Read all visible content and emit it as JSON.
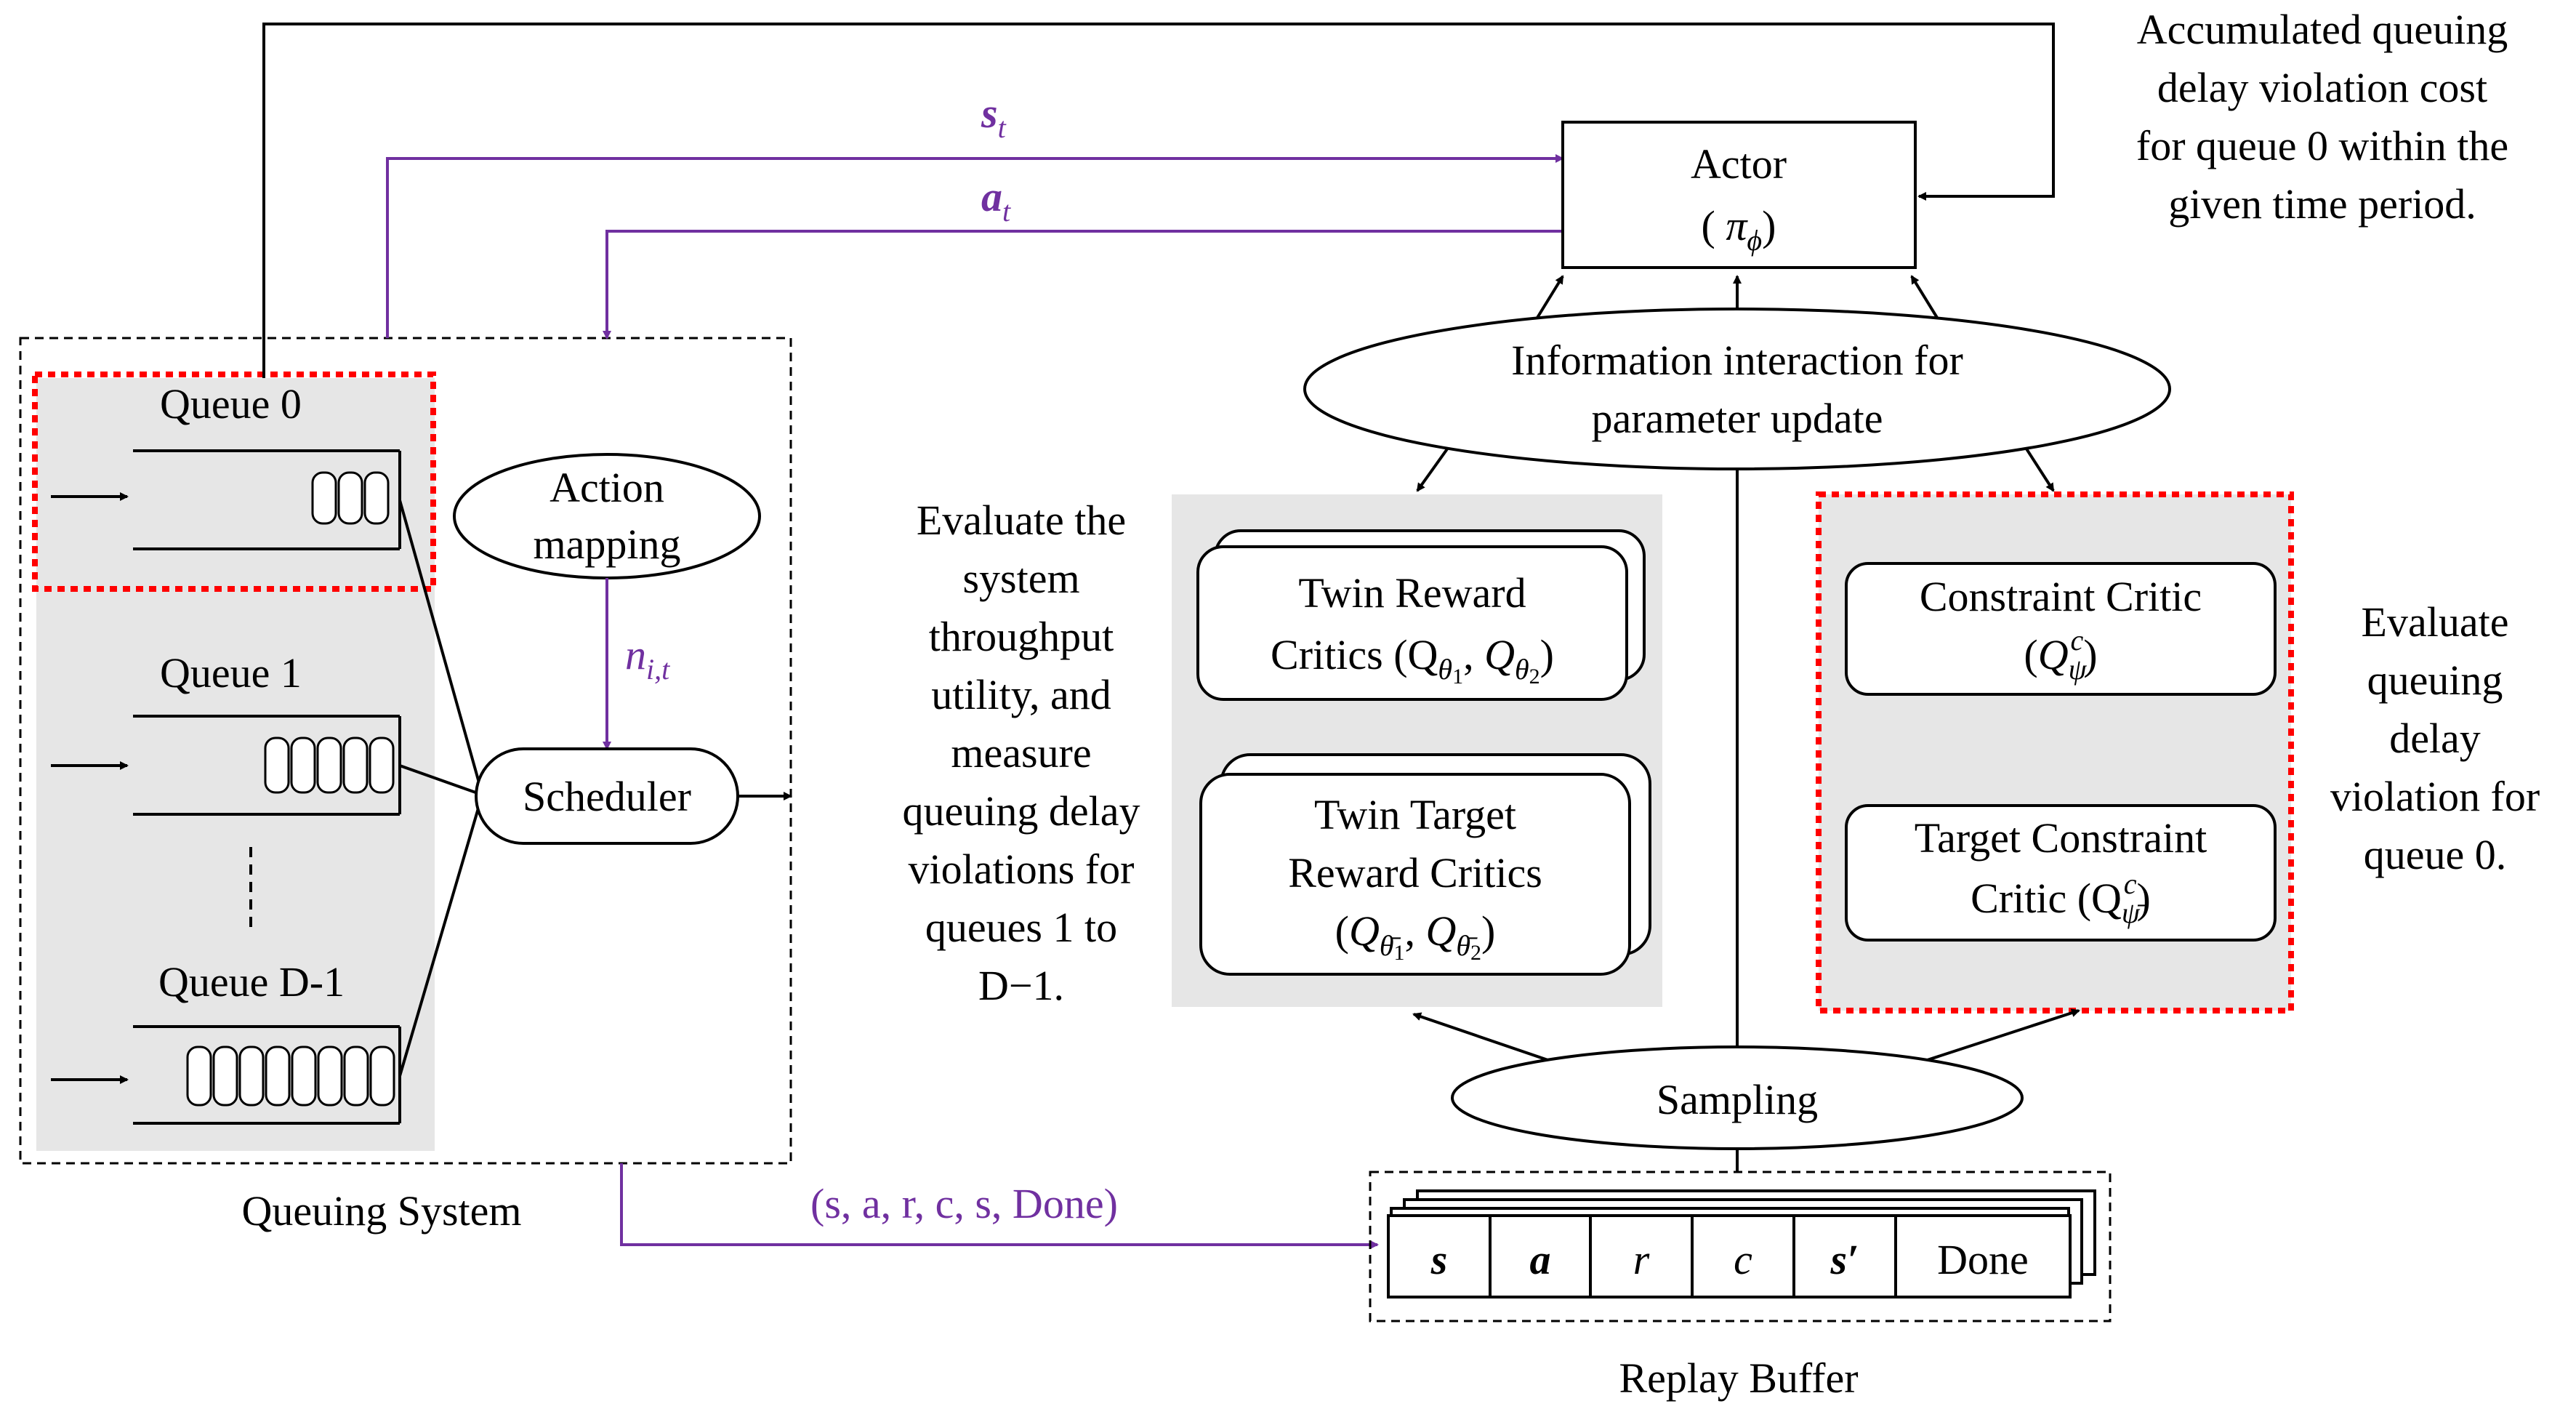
{
  "colors": {
    "purple": "#7030a0",
    "red_dotted": "#ff0000",
    "panel_gray": "#e6e6e6"
  },
  "queuing_system": {
    "label": "Queuing System",
    "queues": [
      "Queue 0",
      "Queue 1",
      "Queue D-1"
    ],
    "action_mapping": [
      "Action",
      "mapping"
    ],
    "scheduler": "Scheduler",
    "n_label": "n",
    "n_sub": "i,t"
  },
  "signals": {
    "s_t": "s",
    "s_t_sub": "t",
    "a_t": "a",
    "a_t_sub": "t"
  },
  "actor": {
    "title": "Actor",
    "policy_open": "(",
    "policy_pi": "π",
    "policy_sub": "ϕ",
    "policy_close": ")"
  },
  "cost_note": [
    "Accumulated queuing",
    "delay violation cost",
    "for queue 0 within the",
    "given time period."
  ],
  "info_interaction": [
    "Information interaction for",
    "parameter update"
  ],
  "eval_left": [
    "Evaluate the",
    "system",
    "throughput",
    "utility, and",
    "measure",
    "queuing delay",
    "violations for",
    "queues 1 to",
    "D−1."
  ],
  "eval_right": [
    "Evaluate",
    "queuing",
    "delay",
    "violation for",
    "queue 0."
  ],
  "critics": {
    "twin_reward_line1": "Twin Reward",
    "twin_reward_line2": "Critics (Q",
    "twin_target_line1": "Twin Target",
    "twin_target_line2": "Reward Critics",
    "constraint_line1": "Constraint Critic",
    "target_constraint_line1": "Target Constraint",
    "target_constraint_line2": "Critic (Q"
  },
  "sampling": "Sampling",
  "transition_tuple": "(s, a, r, c, s, Done)",
  "replay_buffer": {
    "label": "Replay Buffer",
    "cells": [
      "s",
      "a",
      "r",
      "c",
      "s′",
      "Done"
    ]
  }
}
